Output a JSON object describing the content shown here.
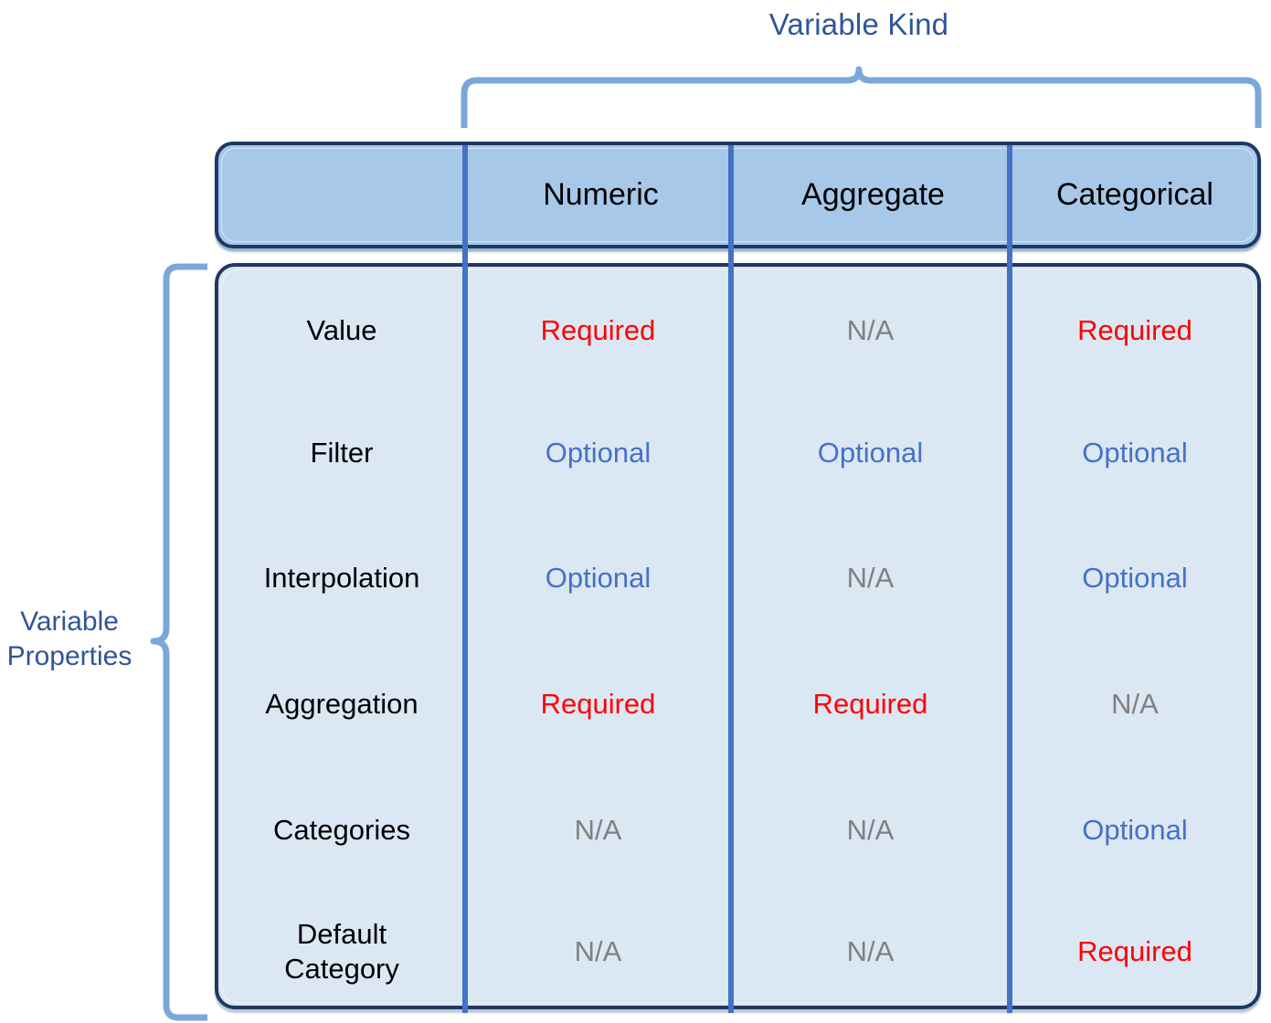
{
  "diagram": {
    "top_caption": "Variable Kind",
    "left_caption_line1": "Variable",
    "left_caption_line2": "Properties",
    "colors": {
      "caption_blue": "#2F5597",
      "brace_blue": "#7BA7D7",
      "header_fill": "#A7C8E8",
      "header_border": "#1F3864",
      "body_fill": "#DCE7F4",
      "body_border": "#1F3864",
      "rule_blue": "#4472C4",
      "required_red": "#FF0000",
      "optional_blue": "#4472C4",
      "na_gray": "#808080"
    },
    "columns": [
      {
        "label": "Numeric"
      },
      {
        "label": "Aggregate"
      },
      {
        "label": "Categorical"
      }
    ],
    "rows": [
      {
        "label": "Value",
        "label_line1": "Value",
        "label_line2": "",
        "cells": [
          {
            "text": "Required",
            "state": "required"
          },
          {
            "text": "N/A",
            "state": "na"
          },
          {
            "text": "Required",
            "state": "required"
          }
        ]
      },
      {
        "label": "Filter",
        "label_line1": "Filter",
        "label_line2": "",
        "cells": [
          {
            "text": "Optional",
            "state": "optional"
          },
          {
            "text": "Optional",
            "state": "optional"
          },
          {
            "text": "Optional",
            "state": "optional"
          }
        ]
      },
      {
        "label": "Interpolation",
        "label_line1": "Interpolation",
        "label_line2": "",
        "cells": [
          {
            "text": "Optional",
            "state": "optional"
          },
          {
            "text": "N/A",
            "state": "na"
          },
          {
            "text": "Optional",
            "state": "optional"
          }
        ]
      },
      {
        "label": "Aggregation",
        "label_line1": "Aggregation",
        "label_line2": "",
        "cells": [
          {
            "text": "Required",
            "state": "required"
          },
          {
            "text": "Required",
            "state": "required"
          },
          {
            "text": "N/A",
            "state": "na"
          }
        ]
      },
      {
        "label": "Categories",
        "label_line1": "Categories",
        "label_line2": "",
        "cells": [
          {
            "text": "N/A",
            "state": "na"
          },
          {
            "text": "N/A",
            "state": "na"
          },
          {
            "text": "Optional",
            "state": "optional"
          }
        ]
      },
      {
        "label": "Default Category",
        "label_line1": "Default",
        "label_line2": "Category",
        "cells": [
          {
            "text": "N/A",
            "state": "na"
          },
          {
            "text": "N/A",
            "state": "na"
          },
          {
            "text": "Required",
            "state": "required"
          }
        ]
      }
    ]
  }
}
